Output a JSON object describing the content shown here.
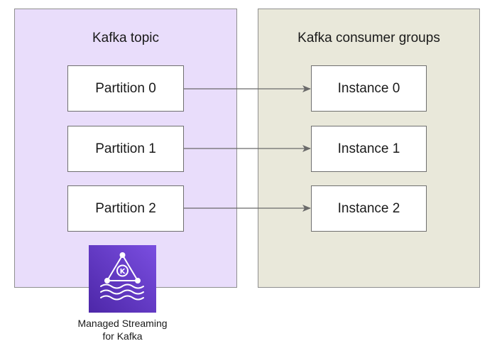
{
  "groups": {
    "topic": {
      "title": "Kafka topic",
      "fill": "#e9ddfb"
    },
    "consumers": {
      "title": "Kafka consumer groups",
      "fill": "#e9e8da"
    }
  },
  "partitions": [
    {
      "label": "Partition 0"
    },
    {
      "label": "Partition 1"
    },
    {
      "label": "Partition 2"
    }
  ],
  "instances": [
    {
      "label": "Instance 0"
    },
    {
      "label": "Instance 1"
    },
    {
      "label": "Instance 2"
    }
  ],
  "edges": [
    {
      "from": "Partition 0",
      "to": "Instance 0"
    },
    {
      "from": "Partition 1",
      "to": "Instance 1"
    },
    {
      "from": "Partition 2",
      "to": "Instance 2"
    }
  ],
  "service_logo": {
    "icon": "kafka-stream-icon",
    "caption_line1": "Managed Streaming",
    "caption_line2": "for Kafka",
    "logo_letter": "K",
    "color": "#5a30b5"
  }
}
